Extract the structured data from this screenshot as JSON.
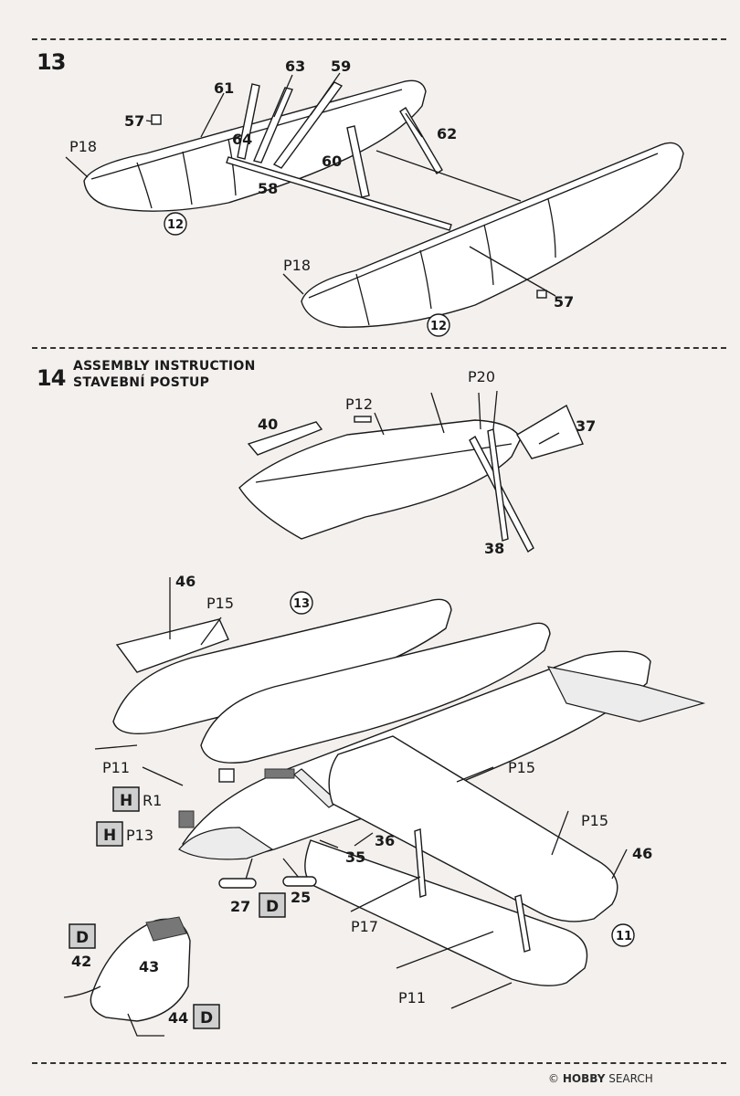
{
  "steps": [
    {
      "number": "13"
    },
    {
      "number": "14",
      "caption_lines": [
        "ASSEMBLY INSTRUCTION",
        "STAVEBNÍ POSTUP"
      ]
    }
  ],
  "step13_labels": {
    "p61": "61",
    "p63": "63",
    "p59": "59",
    "p57a": "57",
    "p64": "64",
    "p62": "62",
    "p60": "60",
    "p18a": "P18",
    "p58": "58",
    "c12a": "12",
    "p18b": "P18",
    "p57b": "57",
    "c12b": "12"
  },
  "step14_labels": {
    "p20": "P20",
    "p12": "P12",
    "p40": "40",
    "p37": "37",
    "p38": "38",
    "p46a": "46",
    "p15a": "P15",
    "c13": "13",
    "p11a": "P11",
    "boxH1": "H",
    "r1": "R1",
    "p15b": "P15",
    "boxH2": "H",
    "p13": "P13",
    "p36": "36",
    "p35": "35",
    "p15c": "P15",
    "p46b": "46",
    "p27": "27",
    "boxD1": "D",
    "p25": "25",
    "p17": "P17",
    "c11": "11",
    "boxD2": "D",
    "p42": "42",
    "p43": "43",
    "p11b": "P11",
    "p44": "44",
    "boxD3": "D"
  },
  "watermark": {
    "brand": "HOBBY",
    "rest": "SEARCH",
    "symbol": "©"
  }
}
